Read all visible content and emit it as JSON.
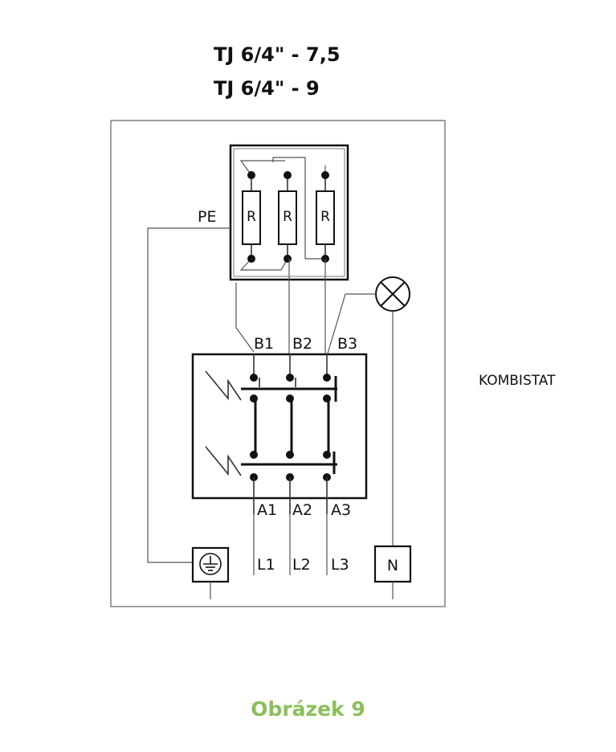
{
  "title_lines": [
    "TJ 6/4\" - 7,5",
    "TJ 6/4\" - 9"
  ],
  "caption": "Obrázek 9",
  "labels": {
    "pe": "PE",
    "kombistat": "KOMBISTAT",
    "resistor": "R",
    "b1": "B1",
    "b2": "B2",
    "b3": "B3",
    "a1": "A1",
    "a2": "A2",
    "a3": "A3",
    "l1": "L1",
    "l2": "L2",
    "l3": "L3",
    "neutral": "N"
  }
}
